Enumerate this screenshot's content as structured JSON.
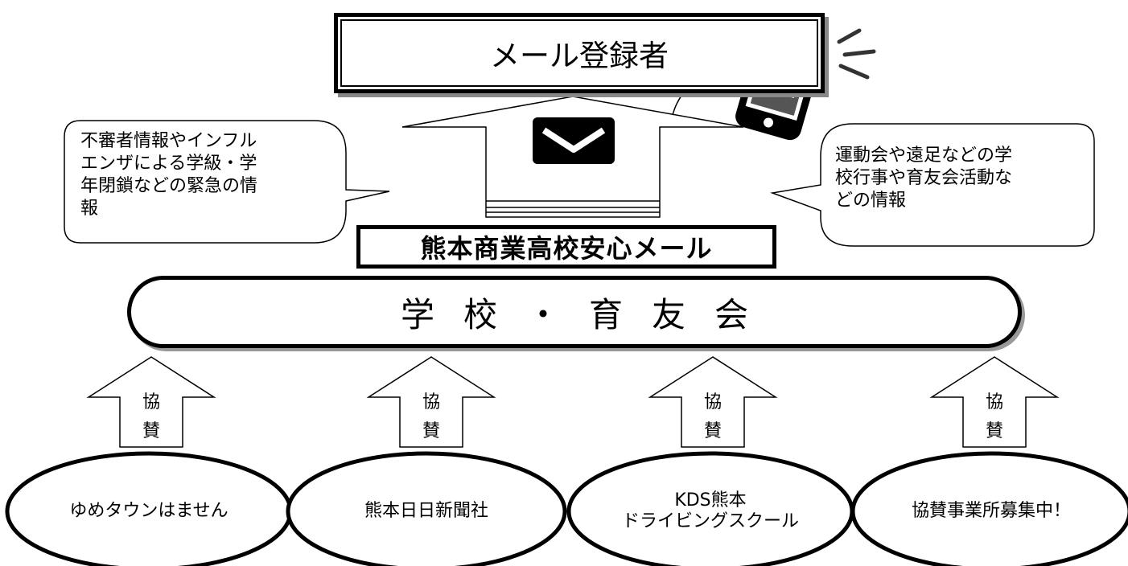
{
  "recipient": {
    "label": "メール登録者"
  },
  "mail_system": {
    "label": "熊本商業高校安心メール"
  },
  "school": {
    "label": "学校・育友会"
  },
  "bubbles": {
    "emergency": "不審者情報やインフル\nエンザによる学級・学\n年閉鎖などの緊急の情\n報",
    "events": "運動会や遠足などの学\n校行事や育友会活動な\nどの情報"
  },
  "sponsorship": {
    "arrow_label": "協\n賛",
    "sponsors": [
      {
        "name": "ゆめタウンはません"
      },
      {
        "name": "熊本日日新聞社"
      },
      {
        "name": "KDS熊本\nドライビングスクール"
      },
      {
        "name": "協賛事業所募集中！"
      }
    ]
  },
  "icons": {
    "envelope": "envelope-icon",
    "phone": "smartphone-icon",
    "notification": "notification-lines-icon"
  }
}
